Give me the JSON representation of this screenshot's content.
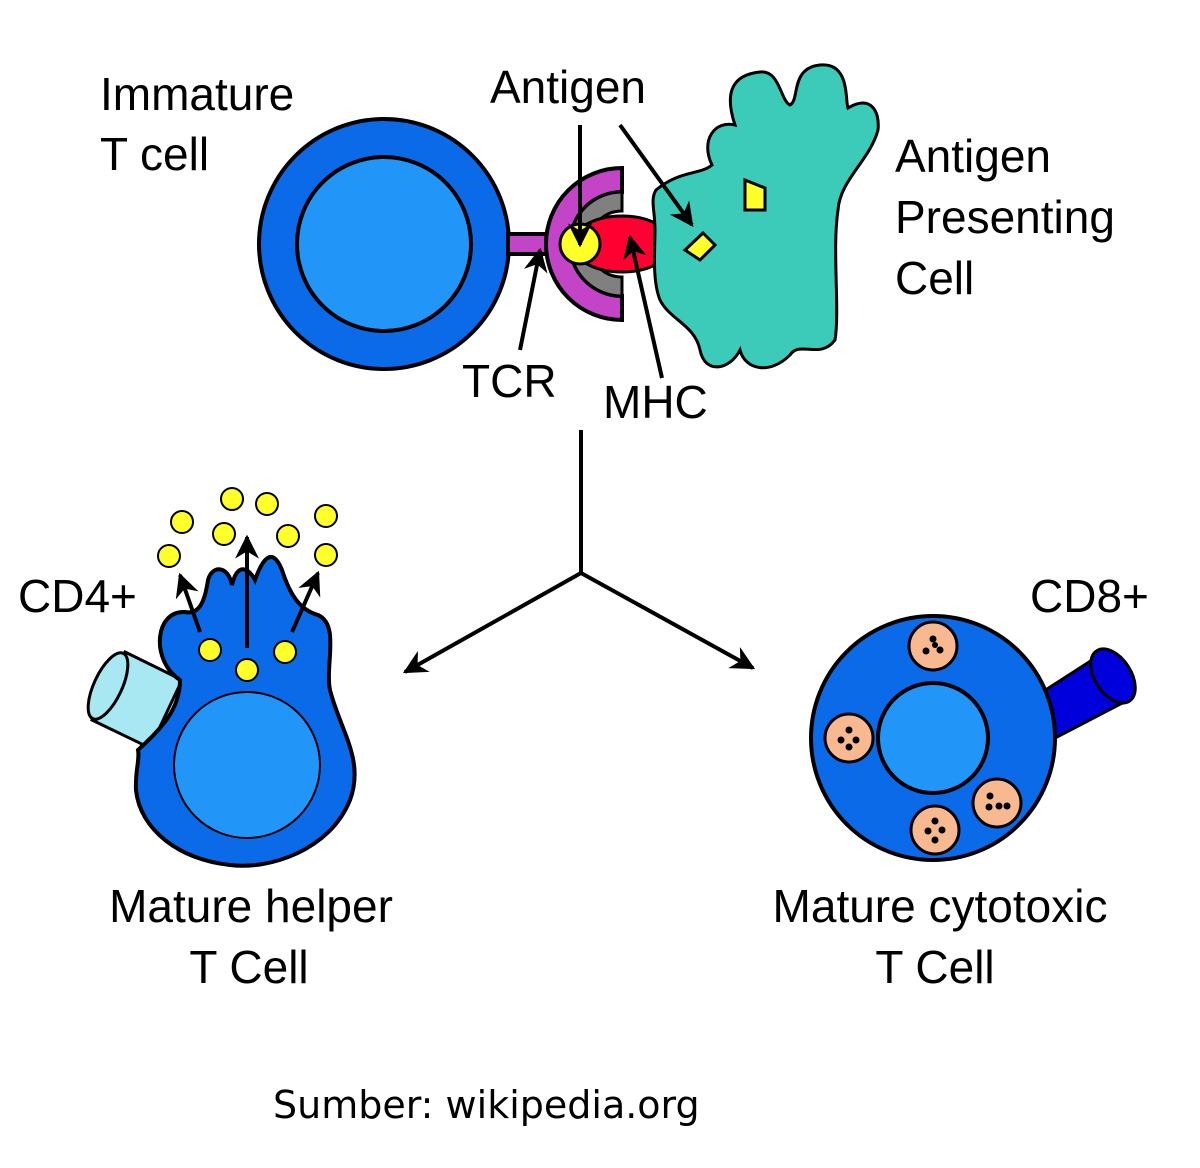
{
  "labels": {
    "immature_1": "Immature",
    "immature_2": "T cell",
    "antigen": "Antigen",
    "apc_1": "Antigen",
    "apc_2": "Presenting",
    "apc_3": "Cell",
    "tcr": "TCR",
    "mhc": "MHC",
    "cd4": "CD4+",
    "cd8": "CD8+",
    "helper_1": "Mature helper",
    "helper_2": "T Cell",
    "cytotoxic_1": "Mature cytotoxic",
    "cytotoxic_2": "T Cell"
  },
  "source": "Sumber: wikipedia.org",
  "colors": {
    "cell_outer": "#0a6ae8",
    "cell_nucleus": "#2196f8",
    "tcr": "#c444c8",
    "mhc": "#ff0030",
    "apc": "#3ccbb8",
    "antigen": "#ffff2a",
    "cd4": "#a8e8f2",
    "cd8": "#0000dd",
    "granule": "#f8b890"
  }
}
